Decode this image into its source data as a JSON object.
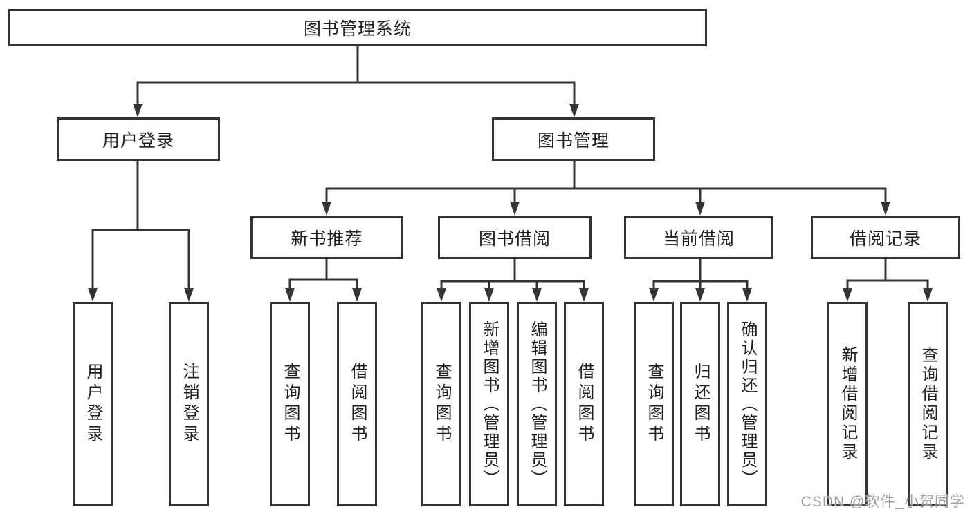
{
  "diagram": {
    "root": {
      "label": "图书管理系统"
    },
    "level2": [
      {
        "label": "用户登录"
      },
      {
        "label": "图书管理"
      }
    ],
    "level3": [
      {
        "label": "新书推荐"
      },
      {
        "label": "图书借阅"
      },
      {
        "label": "当前借阅"
      },
      {
        "label": "借阅记录"
      }
    ],
    "leaves": {
      "user": [
        {
          "label": "用户登录"
        },
        {
          "label": "注销登录"
        }
      ],
      "recommend": [
        {
          "label": "查询图书"
        },
        {
          "label": "借阅图书"
        }
      ],
      "borrow": [
        {
          "label": "查询图书"
        },
        {
          "label": "新增图书（管理员）"
        },
        {
          "label": "编辑图书（管理员）"
        },
        {
          "label": "借阅图书"
        }
      ],
      "current": [
        {
          "label": "查询图书"
        },
        {
          "label": "归还图书"
        },
        {
          "label": "确认归还（管理员）"
        }
      ],
      "records": [
        {
          "label": "新增借阅记录"
        },
        {
          "label": "查询借阅记录"
        }
      ]
    }
  },
  "watermark": {
    "text": "CSDN @软件_小贺同学"
  },
  "colors": {
    "line": "#343434",
    "box_border": "#343434",
    "text": "#1f1f1f",
    "watermark": "#9f9f9f",
    "background": "#ffffff"
  }
}
